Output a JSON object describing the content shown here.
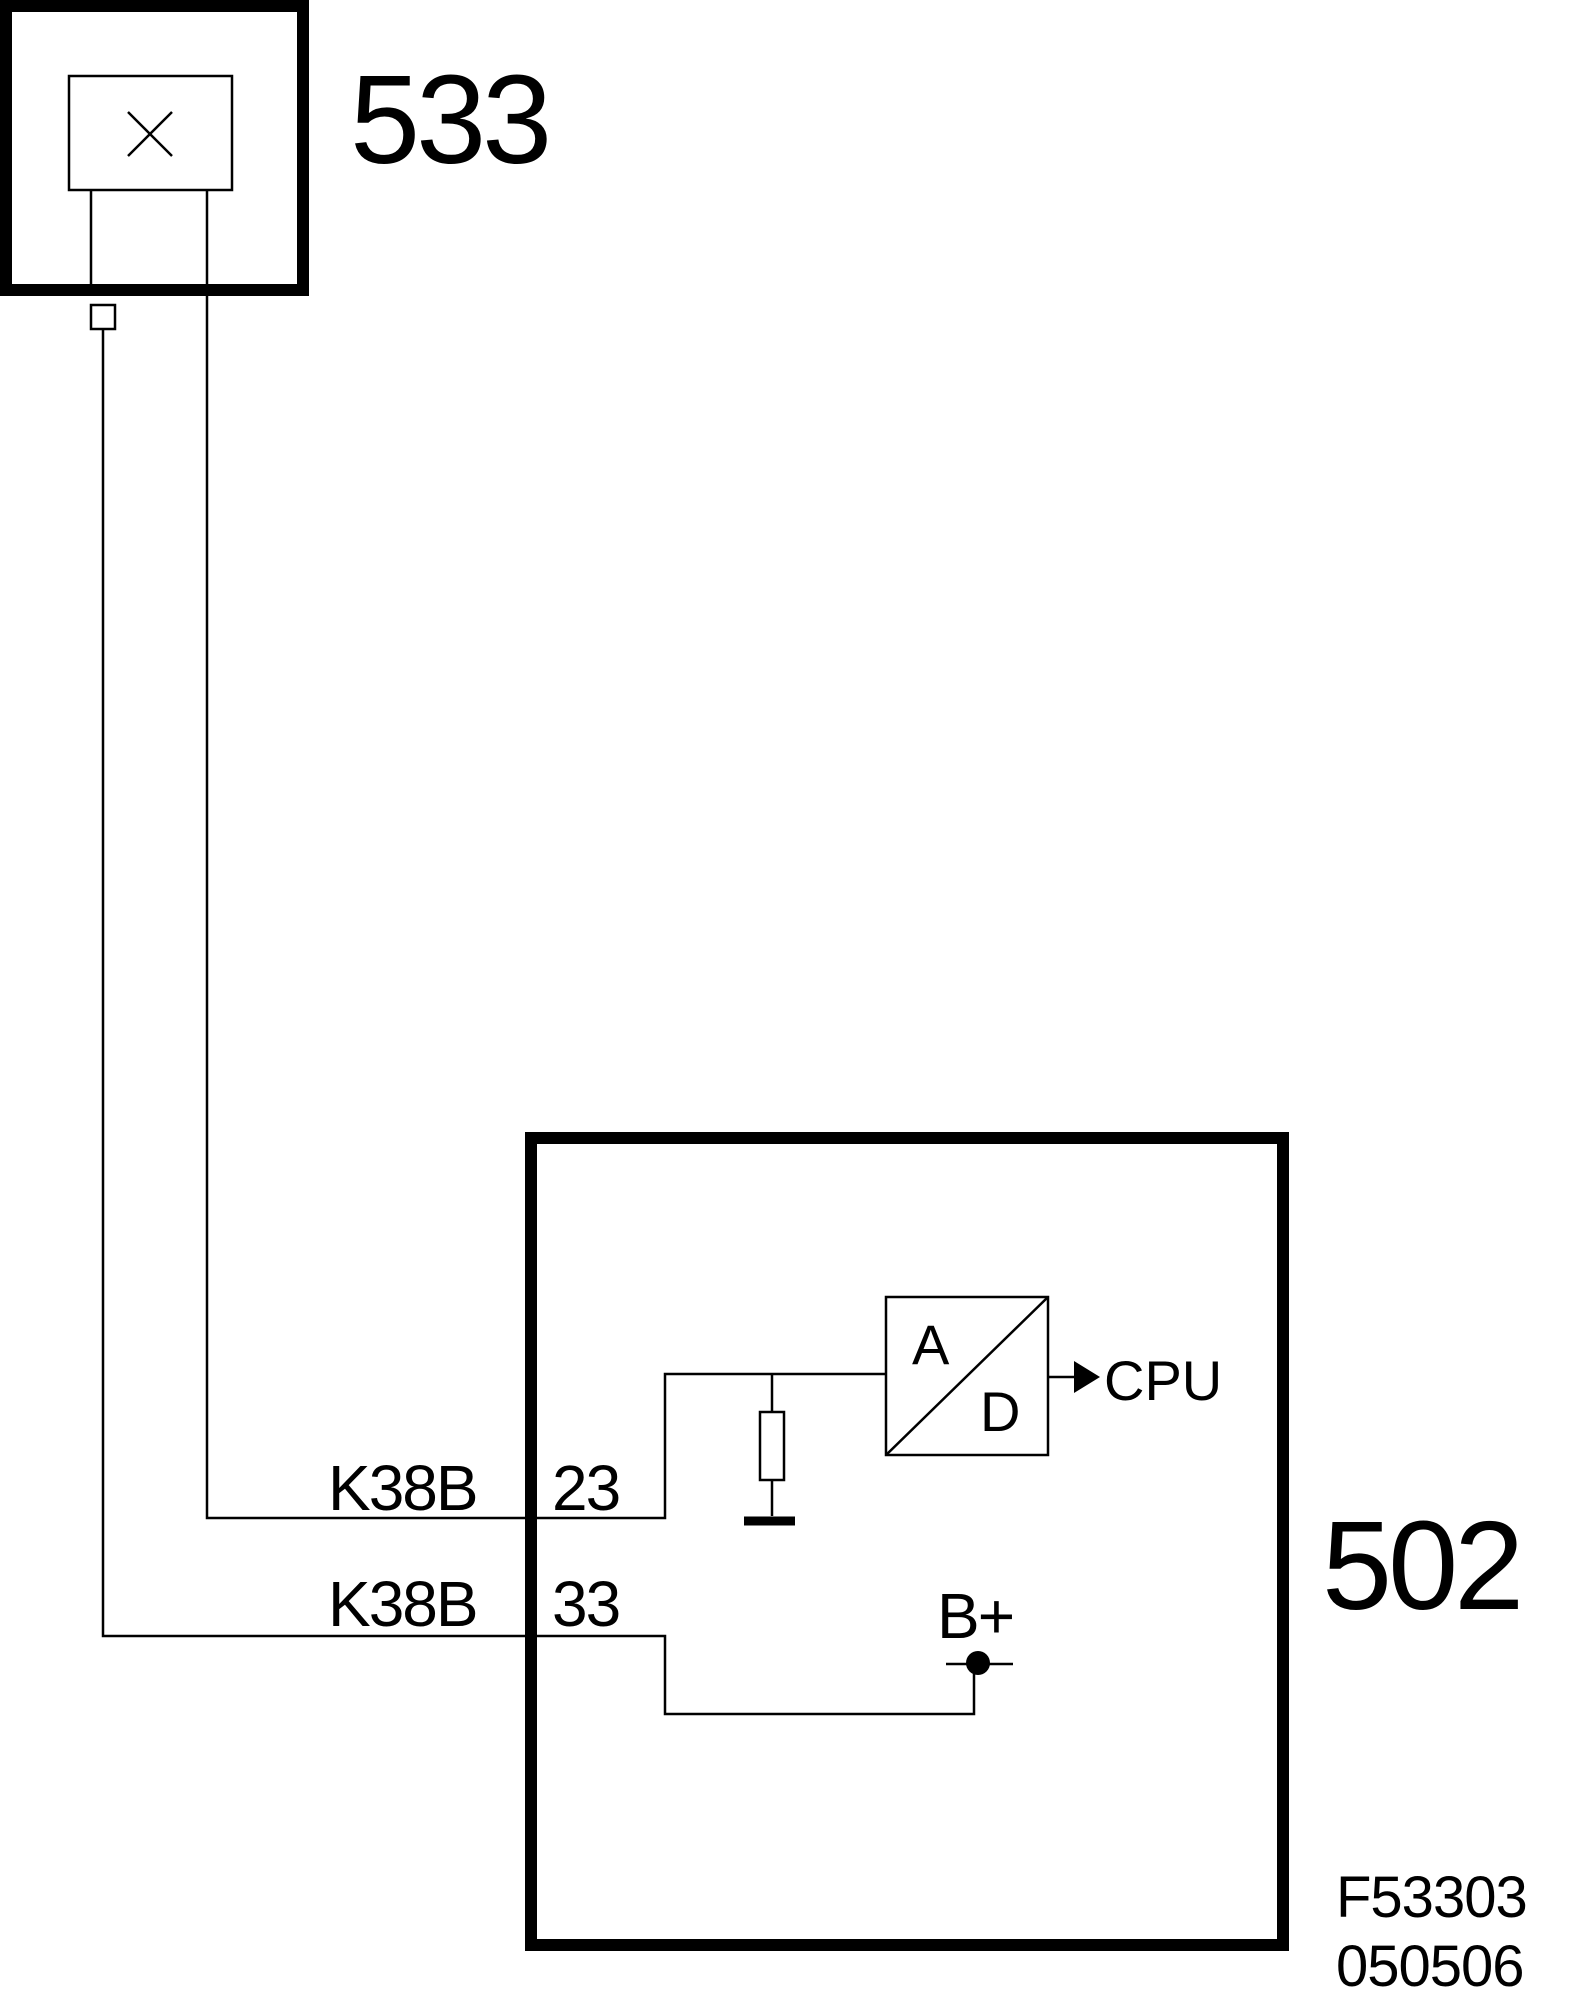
{
  "components": {
    "sensor": {
      "id_label": "533"
    },
    "control_unit": {
      "id_label": "502"
    }
  },
  "connections": [
    {
      "connector": "K38B",
      "pin": "23"
    },
    {
      "connector": "K38B",
      "pin": "33"
    }
  ],
  "converter": {
    "input_label": "A",
    "output_label": "D",
    "target": "CPU"
  },
  "supply": {
    "label": "B+"
  },
  "footer": {
    "figure_code": "F53303",
    "date_code": "050506"
  }
}
